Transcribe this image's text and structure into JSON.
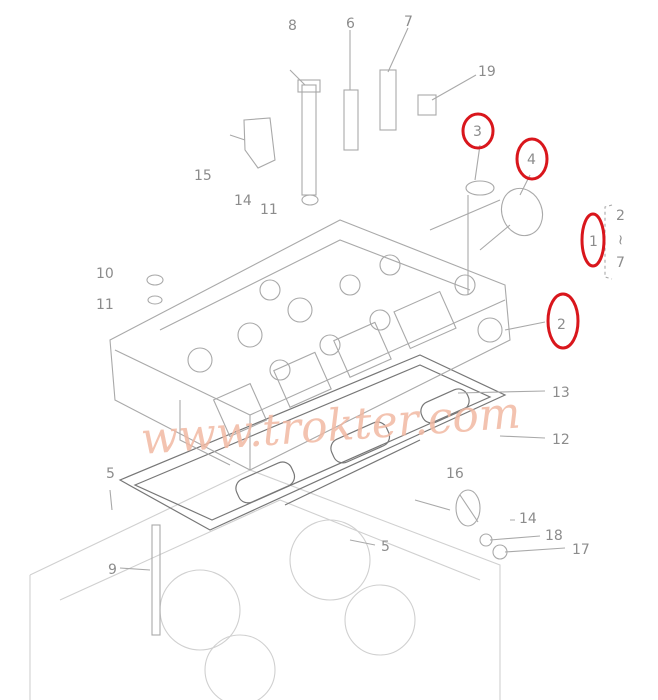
{
  "diagram": {
    "watermark": "www.trokter.com",
    "highlight_color": "#d9161c",
    "callouts": {
      "c8": "8",
      "c6": "6",
      "c7": "7",
      "c19": "19",
      "c15": "15",
      "c14a": "14",
      "c11a": "11",
      "c10": "10",
      "c11b": "11",
      "c3": "3",
      "c4": "4",
      "c2": "2",
      "c1": "1",
      "range_start": "2",
      "range_sep": "~",
      "range_end": "7",
      "c13": "13",
      "c12": "12",
      "c5a": "5",
      "c5b": "5",
      "c16": "16",
      "c14b": "14",
      "c18": "18",
      "c17": "17",
      "c9": "9"
    }
  }
}
